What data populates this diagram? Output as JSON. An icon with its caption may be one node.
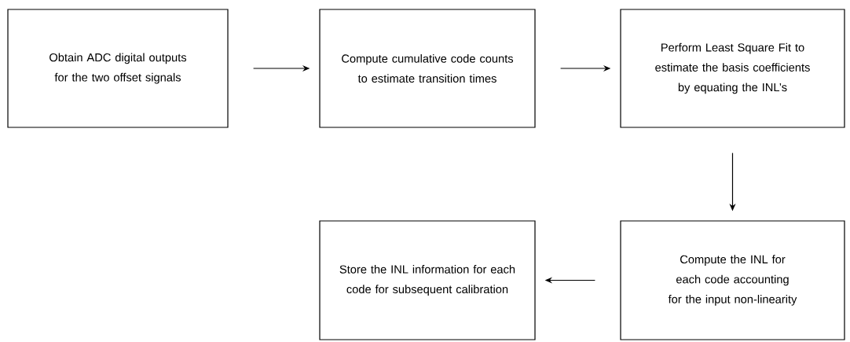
{
  "diagram": {
    "nodes": [
      {
        "text": [
          "Obtain ADC digital outputs for the two offset signals"
        ]
      },
      {
        "text": [
          "Compute cumulative code counts to estimate transition times"
        ]
      },
      {
        "text": [
          "Perform Least Square Fit to estimate the basis coefficients by equating the INL’s"
        ]
      },
      {
        "text": [
          "Compute the INL for each code accounting for the input non-linearity"
        ]
      },
      {
        "text": [
          "Store the INL information for each code for subsequent calibration"
        ]
      }
    ],
    "edges": [
      {
        "from": 0,
        "to": 1,
        "arrow": "to"
      },
      {
        "from": 1,
        "to": 2,
        "arrow": "to"
      },
      {
        "from": 2,
        "to": 3,
        "arrow": "to"
      },
      {
        "from": 3,
        "to": 4,
        "arrow": "to"
      }
    ]
  }
}
